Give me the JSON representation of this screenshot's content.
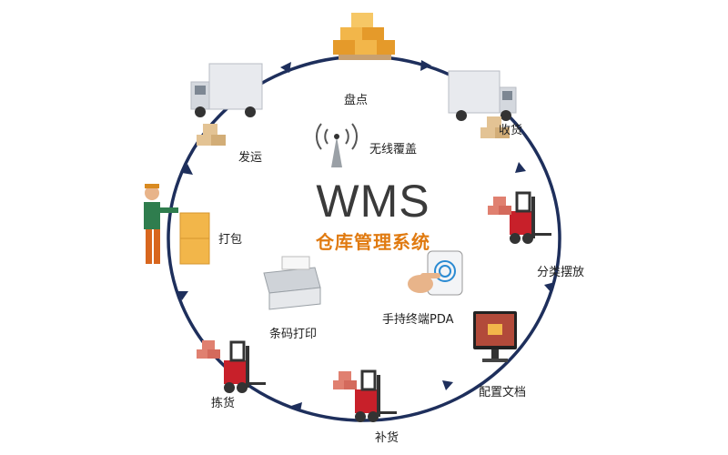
{
  "center": {
    "title": "WMS",
    "subtitle": "仓库管理系统"
  },
  "cycle": [
    {
      "label": "盘点",
      "icon": "stacked-boxes-icon"
    },
    {
      "label": "收货",
      "icon": "delivery-truck-icon"
    },
    {
      "label": "分类摆放",
      "icon": "forklift-icon"
    },
    {
      "label": "配置文档",
      "icon": "computer-monitor-icon"
    },
    {
      "label": "补货",
      "icon": "forklift-icon"
    },
    {
      "label": "拣货",
      "icon": "forklift-icon"
    },
    {
      "label": "打包",
      "icon": "warehouse-worker-icon"
    },
    {
      "label": "发运",
      "icon": "delivery-truck-icon"
    }
  ],
  "inner": [
    {
      "label": "无线覆盖",
      "icon": "wireless-antenna-icon"
    },
    {
      "label": "手持终端PDA",
      "icon": "handheld-pda-icon"
    },
    {
      "label": "条码打印",
      "icon": "barcode-printer-icon"
    }
  ],
  "colors": {
    "ring": "#1e2f5c",
    "accent": "#e07a10",
    "box": "#f2b64a",
    "forklift": "#c8202a"
  }
}
